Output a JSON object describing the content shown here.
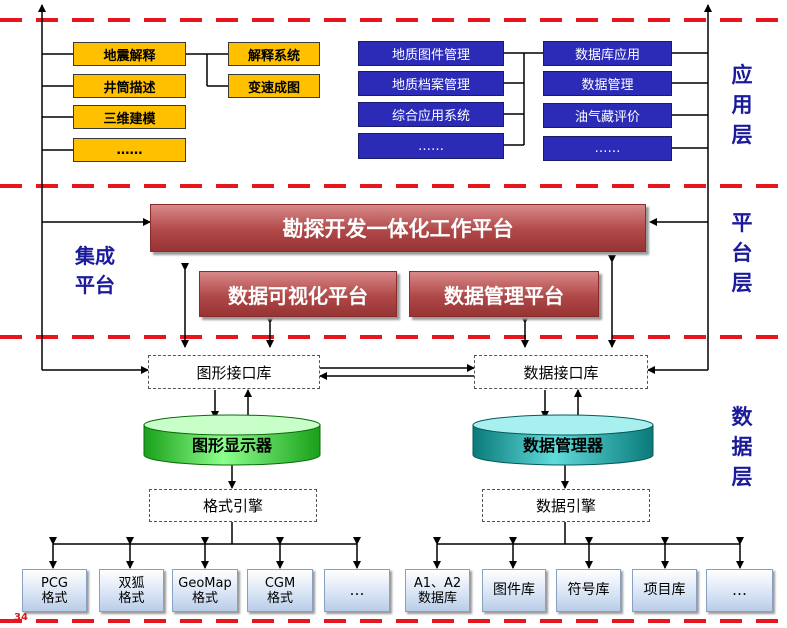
{
  "layers": {
    "application": "应\n用\n层",
    "platform": "平\n台\n层",
    "data": "数\n据\n层"
  },
  "integration_label": "集成\n平台",
  "app_left": {
    "col1": [
      "地震解释",
      "井筒描述",
      "三维建模",
      "……"
    ],
    "col2": [
      "解释系统",
      "变速成图"
    ]
  },
  "app_right": {
    "col1": [
      "地质图件管理",
      "地质档案管理",
      "综合应用系统",
      "……"
    ],
    "col2": [
      "数据库应用",
      "数据管理",
      "油气藏评价",
      "……"
    ]
  },
  "platform": {
    "main": "勘探开发一体化工作平台",
    "viz": "数据可视化平台",
    "mgmt": "数据管理平台"
  },
  "interfaces": {
    "graphics": "图形接口库",
    "data": "数据接口库"
  },
  "engines": {
    "graphics_display": "图形显示器",
    "data_manager": "数据管理器"
  },
  "format_engines": {
    "format": "格式引擎",
    "data": "数据引擎"
  },
  "formats": [
    "PCG\n格式",
    "双狐\n格式",
    "GeoMap\n格式",
    "CGM\n格式",
    "…"
  ],
  "databases": [
    "A1、A2\n数据库",
    "图件库",
    "符号库",
    "项目库",
    "…"
  ],
  "page_number": "34",
  "colors": {
    "dash_red": "#e8141e",
    "yellow": "#ffc000",
    "blue": "#2b2bb8",
    "platform_red": "#b04848",
    "cylinder_green": "#22e022",
    "cylinder_teal": "#10b0b0",
    "label_blue": "#1a1a9a"
  }
}
